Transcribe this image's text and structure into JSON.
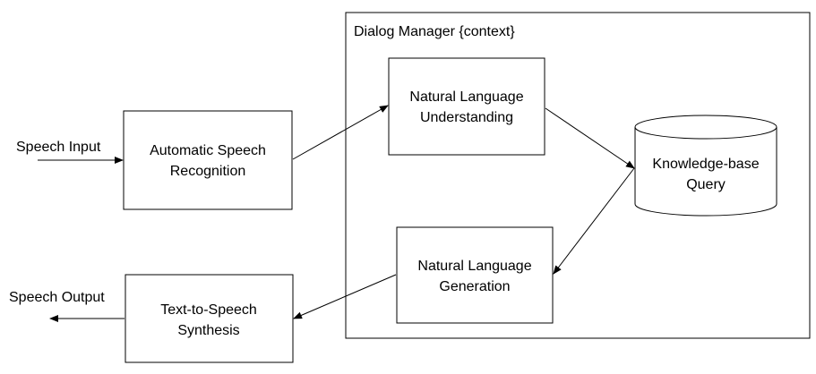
{
  "diagram": {
    "container": {
      "label": "Dialog Manager {context}"
    },
    "nodes": {
      "asr": {
        "line1": "Automatic Speech",
        "line2": "Recognition"
      },
      "nlu": {
        "line1": "Natural Language",
        "line2": "Understanding"
      },
      "kb": {
        "line1": "Knowledge-base",
        "line2": "Query"
      },
      "nlg": {
        "line1": "Natural Language",
        "line2": "Generation"
      },
      "tts": {
        "line1": "Text-to-Speech",
        "line2": "Synthesis"
      }
    },
    "io": {
      "input_label": "Speech Input",
      "output_label": "Speech Output"
    },
    "colors": {
      "stroke": "#000000",
      "fill": "#ffffff",
      "text": "#000000"
    }
  }
}
